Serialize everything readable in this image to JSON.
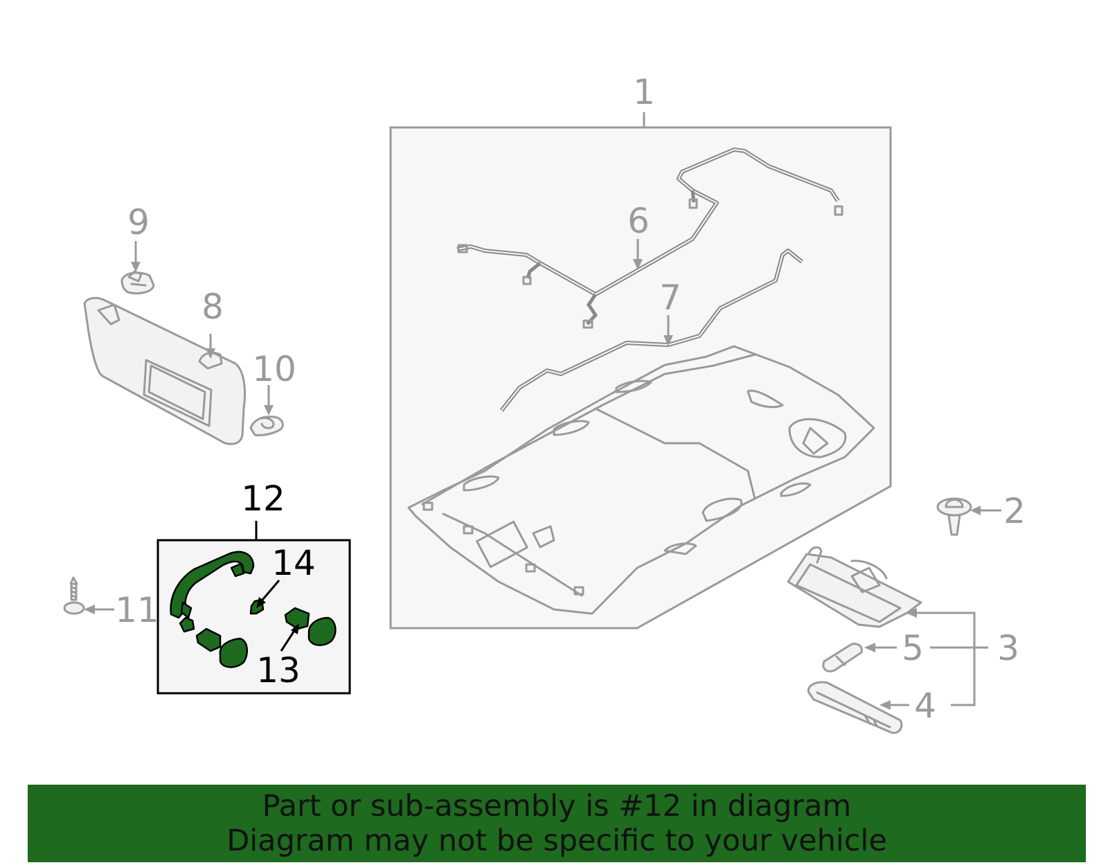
{
  "banner": {
    "line1": "Part or sub-assembly is #12 in diagram",
    "line2": "Diagram may not be specific to your vehicle",
    "background": "#1e6a1e"
  },
  "callouts": {
    "c1": "1",
    "c2": "2",
    "c3": "3",
    "c4": "4",
    "c5": "5",
    "c6": "6",
    "c7": "7",
    "c8": "8",
    "c9": "9",
    "c10": "10",
    "c11": "11",
    "c12": "12",
    "c13": "13",
    "c14": "14"
  },
  "colors": {
    "highlight_part": "#1e6a1e",
    "line_art": "#9a9a9a",
    "panel_fill": "#f7f7f7"
  }
}
